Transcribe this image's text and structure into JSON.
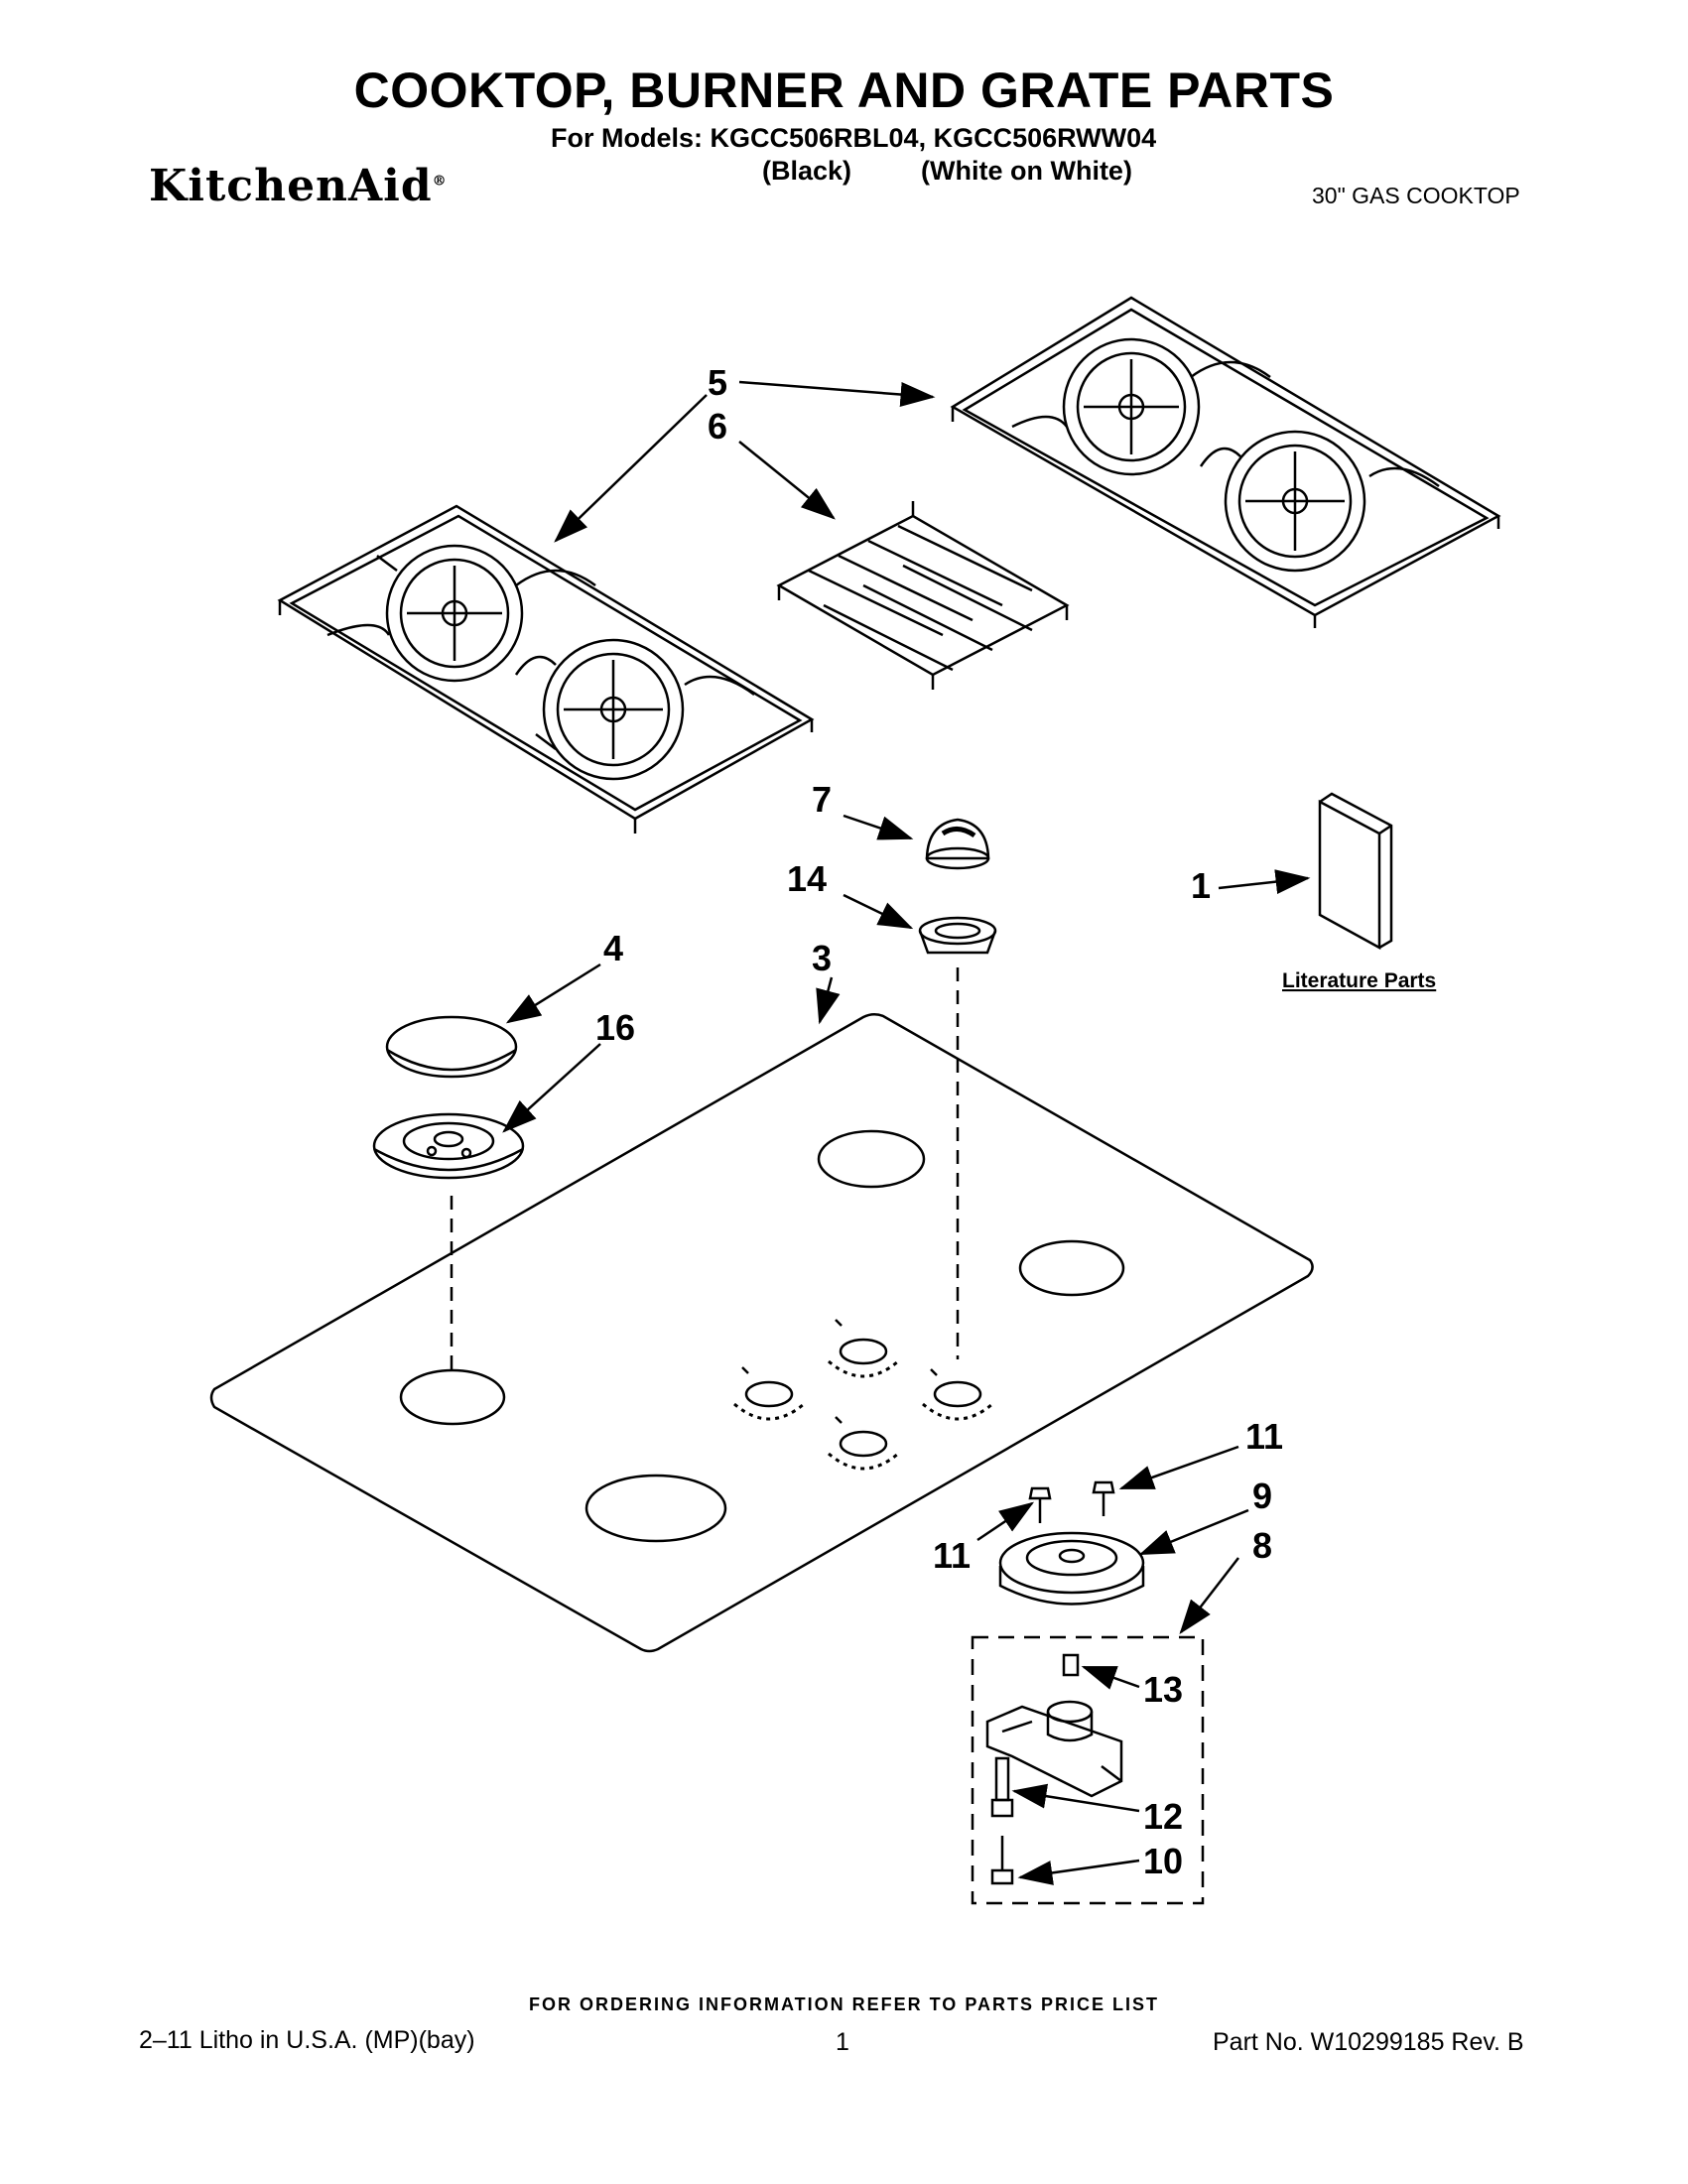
{
  "header": {
    "title": "COOKTOP, BURNER AND GRATE PARTS",
    "models": "For Models: KGCC506RBL04, KGCC506RWW04",
    "variant_black": "(Black)",
    "variant_white": "(White on White)",
    "brand": "KitchenAid",
    "brand_mark": "®",
    "product": "30\" GAS COOKTOP"
  },
  "callouts": {
    "c1": "1",
    "c3": "3",
    "c4": "4",
    "c5": "5",
    "c6": "6",
    "c7": "7",
    "c8": "8",
    "c9": "9",
    "c10": "10",
    "c11a": "11",
    "c11b": "11",
    "c12": "12",
    "c13": "13",
    "c14": "14",
    "c16": "16"
  },
  "literature_label": "Literature Parts",
  "footer": {
    "ordering": "FOR ORDERING INFORMATION REFER TO PARTS PRICE LIST",
    "litho": "2–11 Litho in U.S.A. (MP)(bay)",
    "page": "1",
    "part_no": "Part No. W10299185 Rev. B"
  },
  "colors": {
    "ink": "#000000",
    "paper": "#ffffff"
  }
}
